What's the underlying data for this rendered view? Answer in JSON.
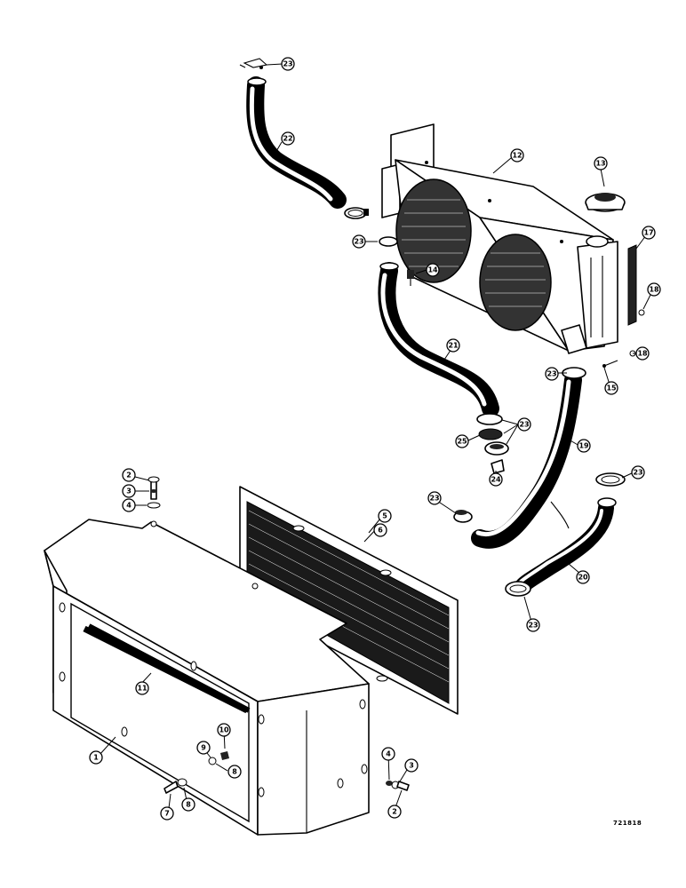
{
  "drawing_number": "721818",
  "callouts": [
    {
      "id": "c23a",
      "label": "23"
    },
    {
      "id": "c22",
      "label": "22"
    },
    {
      "id": "c12",
      "label": "12"
    },
    {
      "id": "c13",
      "label": "13"
    },
    {
      "id": "c23b",
      "label": "23"
    },
    {
      "id": "c14",
      "label": "14"
    },
    {
      "id": "c17",
      "label": "17"
    },
    {
      "id": "c18a",
      "label": "18"
    },
    {
      "id": "c21",
      "label": "21"
    },
    {
      "id": "c18b",
      "label": "18"
    },
    {
      "id": "c23c",
      "label": "23"
    },
    {
      "id": "c15",
      "label": "15"
    },
    {
      "id": "c23d",
      "label": "23"
    },
    {
      "id": "c25",
      "label": "25"
    },
    {
      "id": "c19",
      "label": "19"
    },
    {
      "id": "c24",
      "label": "24"
    },
    {
      "id": "c23e",
      "label": "23"
    },
    {
      "id": "c2a",
      "label": "2"
    },
    {
      "id": "c3a",
      "label": "3"
    },
    {
      "id": "c4a",
      "label": "4"
    },
    {
      "id": "c5",
      "label": "5"
    },
    {
      "id": "c6",
      "label": "6"
    },
    {
      "id": "c23f",
      "label": "23"
    },
    {
      "id": "c20",
      "label": "20"
    },
    {
      "id": "c23g",
      "label": "23"
    },
    {
      "id": "c11",
      "label": "11"
    },
    {
      "id": "c1",
      "label": "1"
    },
    {
      "id": "c10",
      "label": "10"
    },
    {
      "id": "c9",
      "label": "9"
    },
    {
      "id": "c8a",
      "label": "8"
    },
    {
      "id": "c7",
      "label": "7"
    },
    {
      "id": "c8b",
      "label": "8"
    },
    {
      "id": "c4b",
      "label": "4"
    },
    {
      "id": "c3b",
      "label": "3"
    },
    {
      "id": "c2b",
      "label": "2"
    }
  ]
}
